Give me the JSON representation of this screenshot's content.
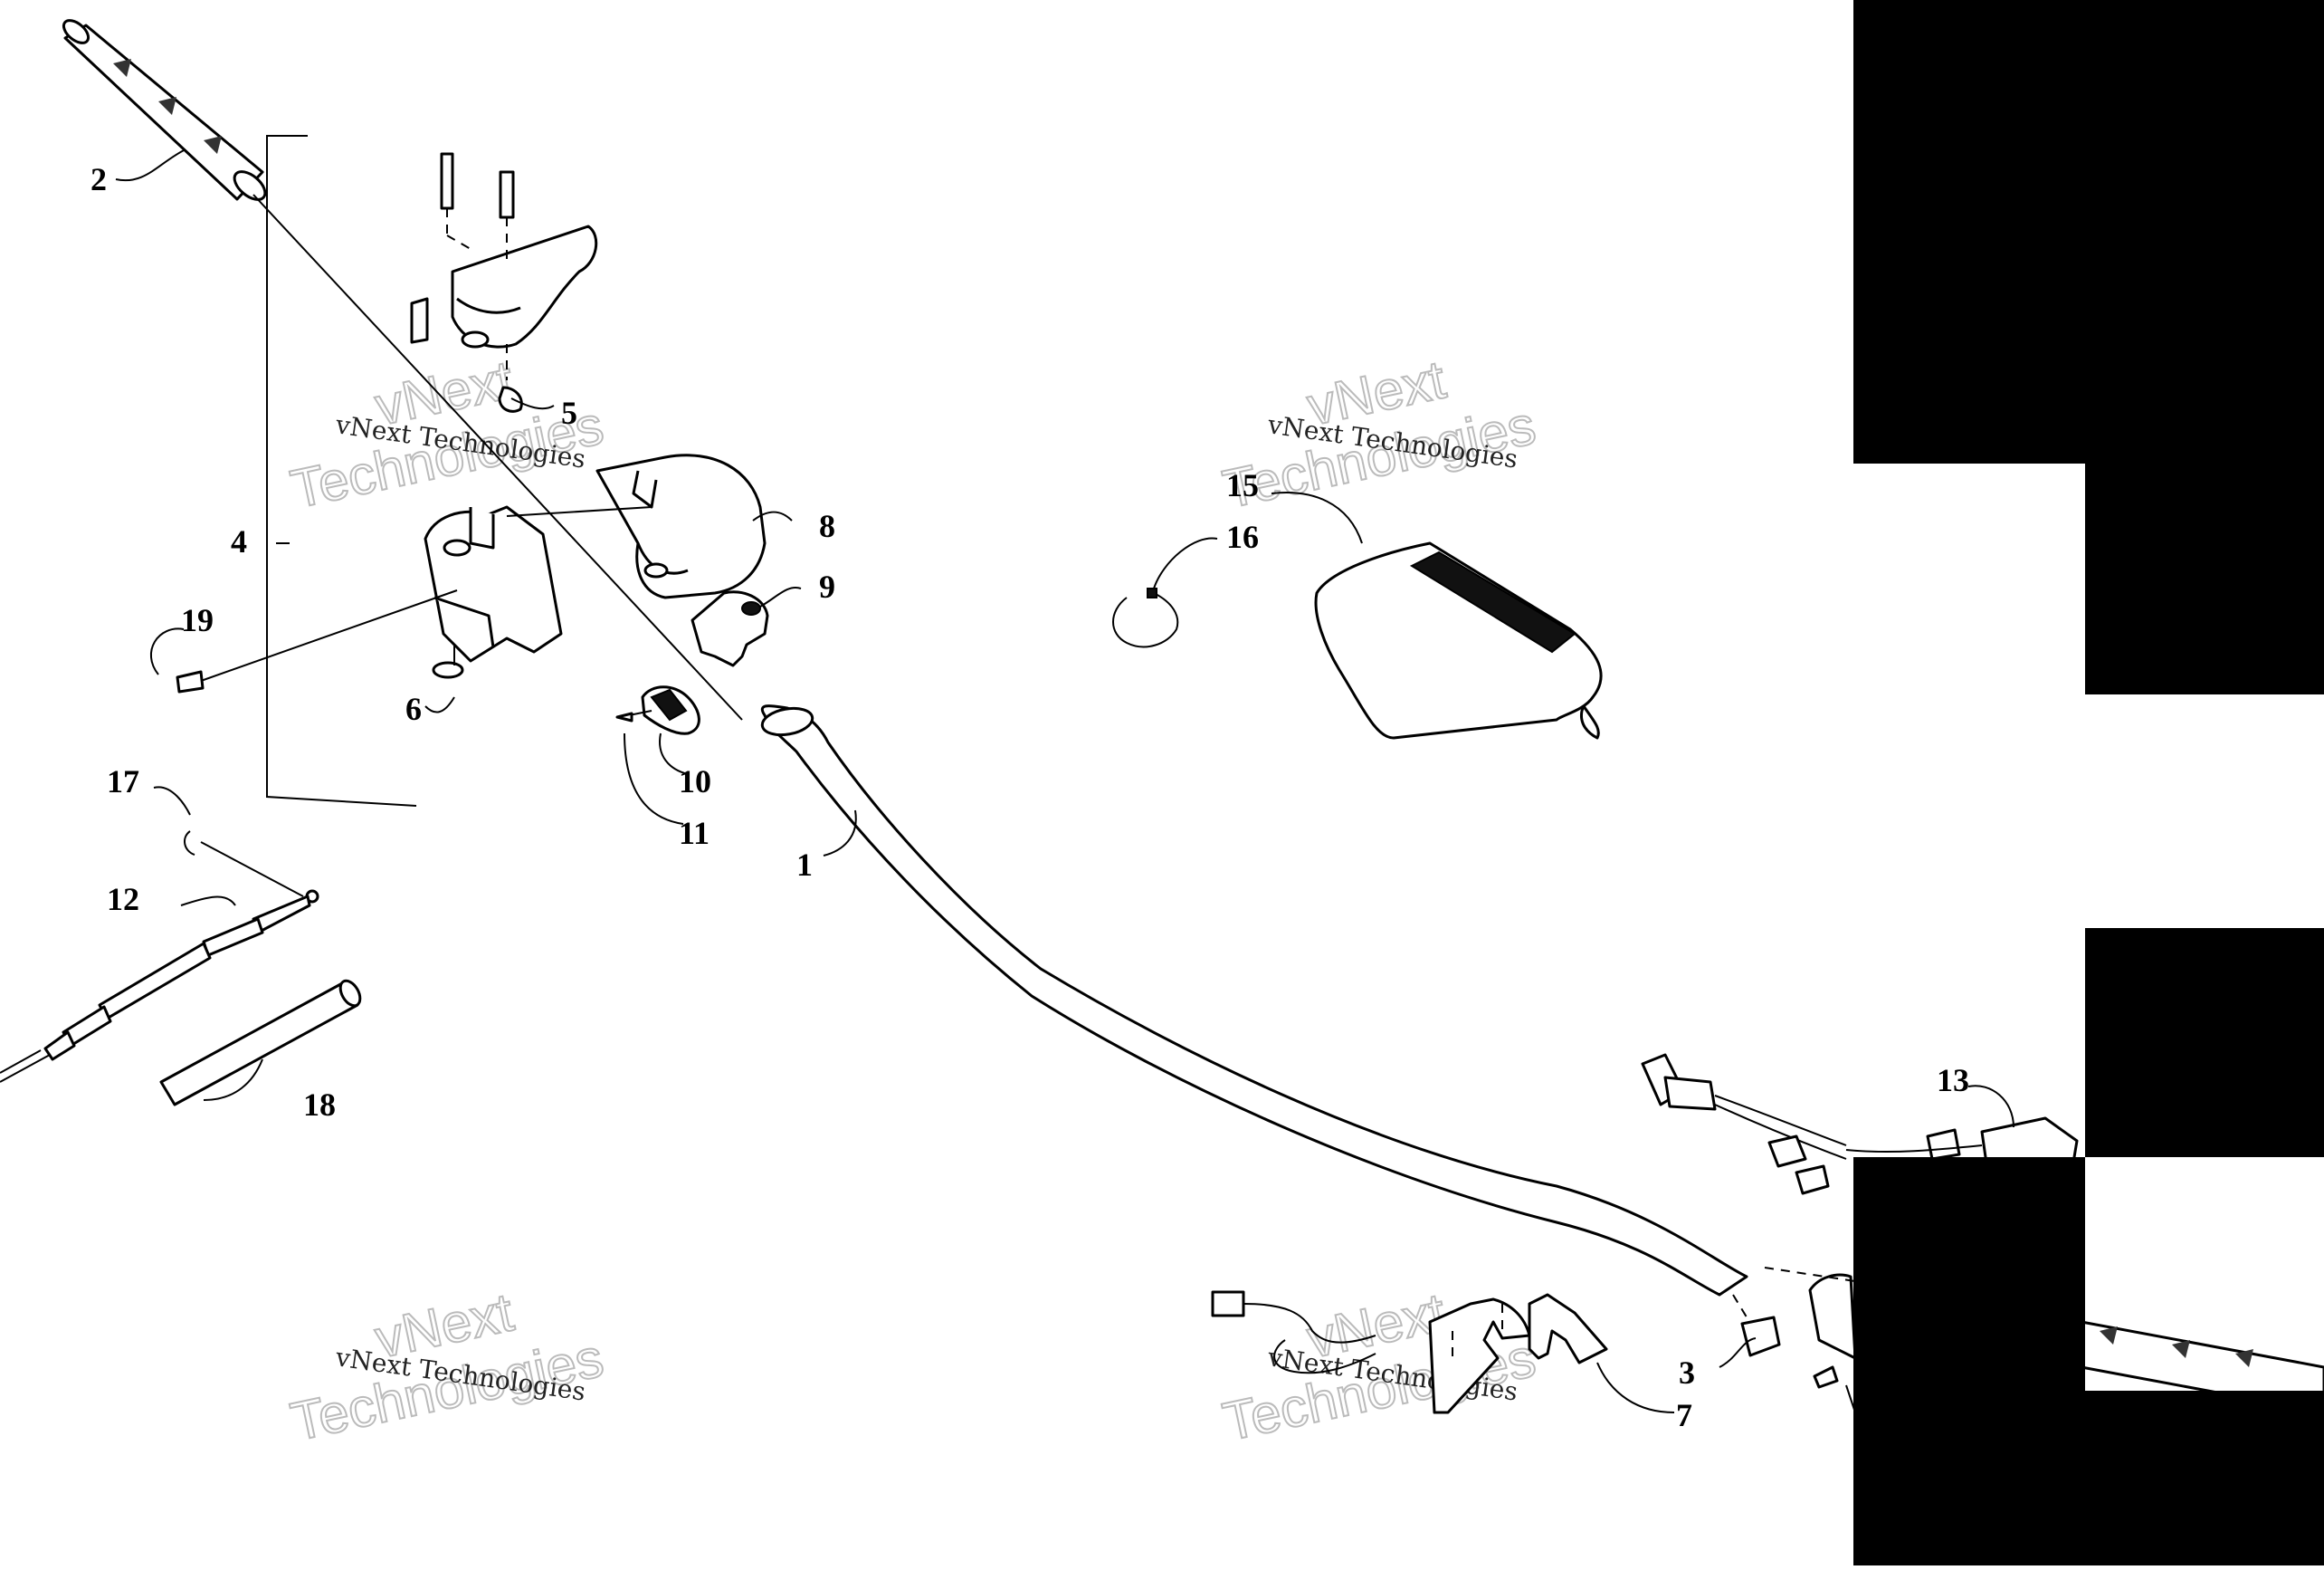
{
  "diagram": {
    "callouts": [
      {
        "id": "1",
        "text": "1"
      },
      {
        "id": "2",
        "text": "2"
      },
      {
        "id": "3",
        "text": "3"
      },
      {
        "id": "4",
        "text": "4"
      },
      {
        "id": "5",
        "text": "5"
      },
      {
        "id": "6",
        "text": "6"
      },
      {
        "id": "7",
        "text": "7"
      },
      {
        "id": "8",
        "text": "8"
      },
      {
        "id": "9",
        "text": "9"
      },
      {
        "id": "10",
        "text": "10"
      },
      {
        "id": "11",
        "text": "11"
      },
      {
        "id": "12",
        "text": "12"
      },
      {
        "id": "13",
        "text": "13"
      },
      {
        "id": "15",
        "text": "15"
      },
      {
        "id": "16",
        "text": "16"
      },
      {
        "id": "17",
        "text": "17"
      },
      {
        "id": "18",
        "text": "18"
      },
      {
        "id": "19",
        "text": "19"
      }
    ],
    "watermark": {
      "brand": "vNext Technologies",
      "line1": "vNext",
      "line2": "Technologies"
    },
    "colors": {
      "ink": "#000000",
      "background": "#ffffff",
      "redaction": "#000000",
      "watermark": "#bbbbbb"
    }
  }
}
